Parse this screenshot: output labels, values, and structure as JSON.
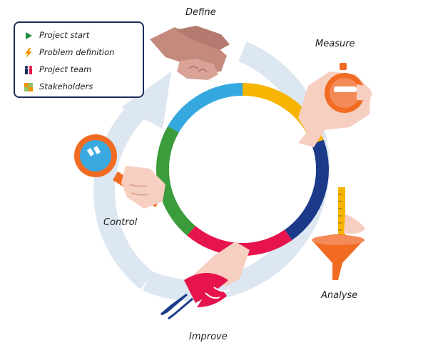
{
  "legend": {
    "items": [
      {
        "label": "Project start",
        "icon": "play-triangle-icon",
        "color": "#1e8e3e"
      },
      {
        "label": "Problem definition",
        "icon": "lightning-bolt-icon",
        "color": "#f39200"
      },
      {
        "label": "Project team",
        "icon": "people-icon",
        "color": "#1b2d5e"
      },
      {
        "label": "Stakeholders",
        "icon": "four-squares-icon",
        "color": "#f39200"
      }
    ]
  },
  "phases": {
    "define": "Define",
    "measure": "Measure",
    "analyse": "Analyse",
    "improve": "Improve",
    "control": "Control"
  },
  "colors": {
    "define": "#35a8e0",
    "measure": "#f7b400",
    "analyse": "#1b3a8a",
    "improve": "#e6134c",
    "control": "#3a9c3a",
    "cycle_arrow": "#dde7f1",
    "hand_orange": "#f26b22",
    "skin": "#f6cfc0"
  }
}
